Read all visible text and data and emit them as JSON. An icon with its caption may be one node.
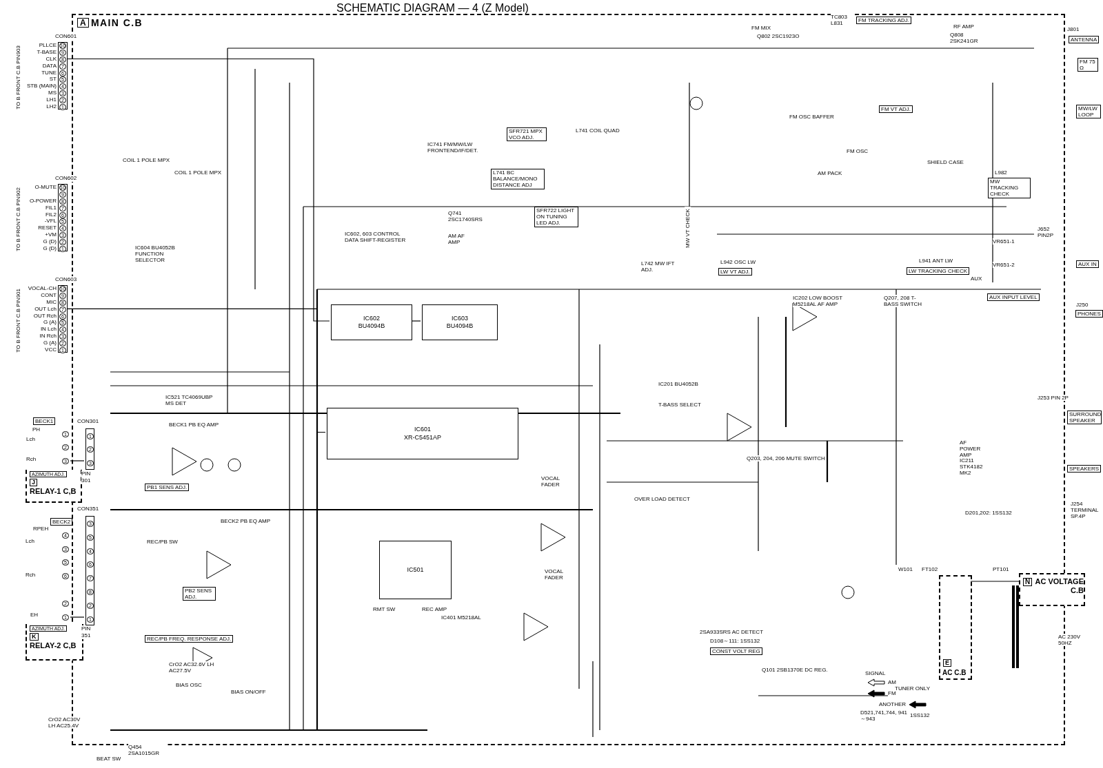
{
  "diagram": {
    "title": "SCHEMATIC DIAGRAM — 4 (Z Model)",
    "nodes": [
      {
        "text": [
          "A",
          "MAIN C.B"
        ]
      },
      {
        "text": [
          "10",
          "9",
          "8",
          "7",
          "6",
          "5",
          "4",
          "3",
          "2",
          "1"
        ],
        "beside": [
          "CON601"
        ]
      },
      {
        "text": [
          "10",
          "9",
          "8",
          "7",
          "6",
          "5",
          "4",
          "3",
          "2",
          "1"
        ],
        "beside": [
          "CON602"
        ]
      },
      {
        "text": [
          "10",
          "9",
          "8",
          "7",
          "6",
          "5",
          "4",
          "3",
          "2",
          "1"
        ],
        "beside": [
          "CON603"
        ]
      },
      {
        "text": [
          "1",
          "2",
          "3"
        ],
        "in": 0,
        "beside": [
          "CON301",
          "PIN 301"
        ]
      },
      {
        "text": [
          "3",
          "5",
          "4",
          "6",
          "7",
          "8",
          "2",
          "1"
        ],
        "in": 0,
        "beside": [
          "CON351",
          "PIN 351"
        ]
      },
      {
        "text": [
          "AZIMUTH ADJ.",
          "J",
          "RELAY-1 C,B"
        ]
      },
      {
        "text": [
          "1",
          "2",
          "3"
        ]
      },
      {
        "text": [
          "AZIMUTH ADJ.",
          "K",
          "RELAY-2 C,B"
        ]
      },
      {
        "text": [
          "4",
          "3",
          "5",
          "6",
          "2",
          "1"
        ]
      },
      {
        "text": [
          "N",
          "AC VOLTAGE C.B"
        ]
      },
      {
        "text": [
          "E",
          "AC C.B"
        ],
        "in": 0
      },
      {
        "text": [
          "IC602",
          "BU4094B"
        ],
        "in": 0
      },
      {
        "text": [
          "IC603",
          "BU4094B"
        ],
        "in": 0
      },
      {
        "text": [
          "IC601",
          "XR-C5451AP"
        ],
        "in": 0
      },
      {
        "text": [
          "IC501"
        ],
        "in": 0
      }
    ],
    "edges": [
      {
        "from": 7,
        "to": 4,
        "arrow": "none"
      },
      {
        "from": 9,
        "to": 5,
        "arrow": "none"
      },
      {
        "from": 12,
        "to": 13,
        "arrow": "none"
      },
      {
        "from": 1,
        "to": 12,
        "arrow": "none"
      },
      {
        "from": 3,
        "to": 14,
        "arrow": "none"
      },
      {
        "from": 11,
        "to": 10,
        "arrow": "none"
      }
    ],
    "labels": [
      "PLLCE",
      "T-BASE",
      "CLK",
      "DATA",
      "TUNE",
      "ST",
      "STB (MAIN)",
      "MS",
      "LH1",
      "LH2",
      "O-MUTE",
      "O-POWER",
      "FIL1",
      "FIL2",
      "-VFL",
      "RESET",
      "+VM",
      "G (D)",
      "G (D)",
      "VOCAL-CH",
      "CONT",
      "MIC",
      "OUT Lch",
      "OUT Rch",
      "G (A)",
      "IN Lch",
      "IN Rch",
      "G (A)",
      "VCC",
      "TC803 L831",
      "FM TRACKING ADJ.",
      "RF AMP",
      "Q808 2SK241GR",
      "J801",
      "ANTENNA",
      "FM 75 Ω",
      "MW/LW LOOP",
      "FM MIX",
      "Q802 2SC1923O",
      "FM VT ADJ.",
      "FM OSC BAFFER",
      "FM OSC",
      "SHIELD CASE",
      "AM PACK",
      "L982",
      "MW TRACKING CHECK",
      "L941 ANT LW",
      "LW TRACKING CHECK",
      "L942 OSC LW",
      "LW VT ADJ.",
      "MW VT CHECK",
      "J652 PIN2P",
      "VR651-1",
      "VR651-2",
      "AUX IN",
      "AUX INPUT LEVEL",
      "J250",
      "PHONES",
      "IC741 FM/MW/LW FRONTEND/IF/DET.",
      "SFR721 MPX VCO ADJ.",
      "L741 BC BALANCE/MONO DISTANCE ADJ",
      "SFR722 LIGHT ON TUNING LED ADJ.",
      "L742 MW IFT ADJ.",
      "L741 COIL QUAD",
      "Q741 2SC1740SRS",
      "AM AF AMP",
      "IC602, 603 CONTROL DATA SHIFT-REGISTER",
      "IC604 BU4052B FUNCTION SELECTOR",
      "COIL 1 POLE MPX",
      "COIL 1 POLE MPX",
      "IC521 TC4069UBP MS DET",
      "BECK1 PB EQ AMP",
      "BECK2 PB EQ AMP",
      "REC/PB FREQ. RESPONSE ADJ.",
      "BIAS OSC",
      "BIAS ON/OFF",
      "CrO2 AC30V LH AC25.4V",
      "CrO2 AC32.6V LH AC27.5V",
      "Q454 2SA1015GR",
      "BEAT SW",
      "BECK1",
      "BECK2",
      "PH",
      "Lch",
      "Rch",
      "RPEH",
      "Lch",
      "Rch",
      "EH",
      "PB1 SENS ADJ.",
      "PB2 SENS ADJ.",
      "REC/PB SW",
      "RMT SW",
      "REC AMP",
      "IC401 M5218AL",
      "VOCAL FADER",
      "VOCAL FADER",
      "IC201 BU4052B",
      "T-BASS SELECT",
      "Q203, 204, 206 MUTE SWITCH",
      "OVER LOAD DETECT",
      "IC202 LOW BOOST M5218AL AF AMP",
      "Q207, 208 T-BASS SWITCH",
      "AF POWER AMP",
      "IC211 STK4182 MK2",
      "J253 PIN 2P",
      "SURROUND SPEAKER",
      "SPEAKERS",
      "J254 TERMINAL SP.4P",
      "D201,202: 1SS132",
      "PT101",
      "FT102",
      "W101",
      "AC 230V 50HZ",
      "2SA933SRS AC DETECT",
      "D108～111: 1SS132",
      "CONST VOLT REG",
      "Q101 2SB1370E DC REG.",
      "SIGNAL",
      "TUNER ONLY",
      "D521,741,744, 941～943",
      "1SS132",
      "AUX",
      "TO B FRONT C.B PIN903",
      "TO B FRONT C.B PIN902",
      "TO B FRONT C.B PIN901"
    ],
    "legend": [
      {
        "text": "AM"
      },
      {
        "text": "FM"
      },
      {
        "text": "ANOTHER"
      }
    ]
  }
}
